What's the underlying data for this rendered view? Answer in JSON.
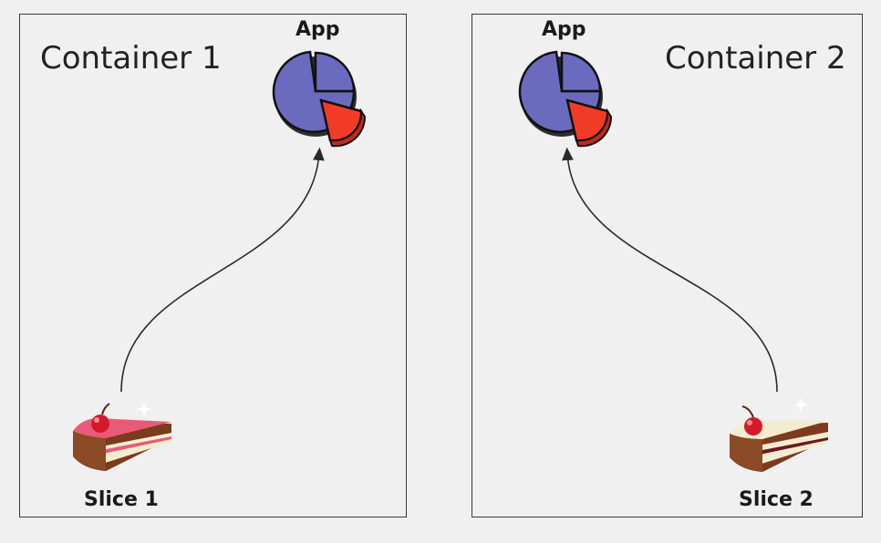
{
  "containers": [
    {
      "title": "Container 1",
      "app_label": "App",
      "slice_label": "Slice 1"
    },
    {
      "title": "Container 2",
      "app_label": "App",
      "slice_label": "Slice 2"
    }
  ],
  "colors": {
    "pie_body": "#6a6bbf",
    "pie_slice": "#f23b25",
    "cake_frosting_1": "#e85b78",
    "cake_frosting_2": "#f4ecd0",
    "cherry": "#d41a2a",
    "arrow": "#2a2a2a"
  }
}
